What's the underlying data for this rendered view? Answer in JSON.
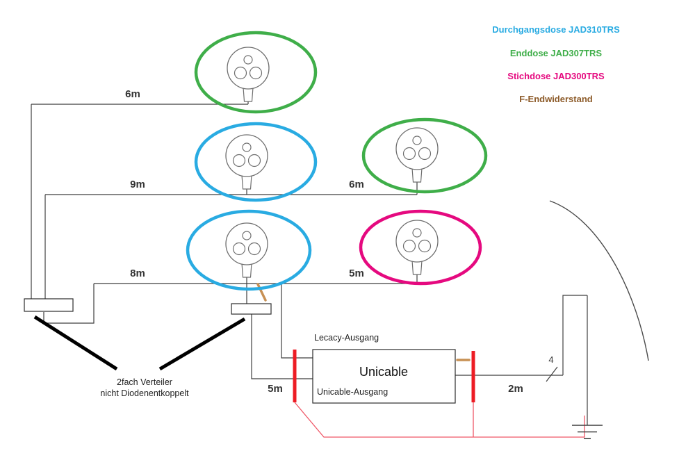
{
  "diagram": {
    "legend": [
      {
        "id": "durchgangsdose",
        "label": "Durchgangsdose JAD310TRS",
        "color": "#29abe2"
      },
      {
        "id": "enddose",
        "label": "Enddose JAD307TRS",
        "color": "#3fae49"
      },
      {
        "id": "stichdose",
        "label": "Stichdose JAD300TRS",
        "color": "#e5097f"
      },
      {
        "id": "f-endwiderstand",
        "label": "F-Endwiderstand",
        "color": "#8c5a28"
      }
    ],
    "colors": {
      "cyan": "#29abe2",
      "green": "#3fae49",
      "magenta": "#e5097f",
      "brown": "#8c5a28",
      "tan": "#c79054",
      "red": "#ed1c24",
      "red_thin": "#ef5666"
    },
    "labels": {
      "seg_top": "6m",
      "seg_mid_left": "9m",
      "seg_mid_right": "6m",
      "seg_low_left": "8m",
      "seg_low_right": "5m",
      "seg_unicable": "5m",
      "seg_dish": "2m",
      "wire_count": "4"
    },
    "unicable": {
      "title": "Unicable",
      "legacy_out": "Lecacy-Ausgang",
      "unicable_out": "Unicable-Ausgang"
    },
    "note": {
      "line1": "2fach Verteiler",
      "line2": "nicht Diodenentkoppelt"
    }
  }
}
